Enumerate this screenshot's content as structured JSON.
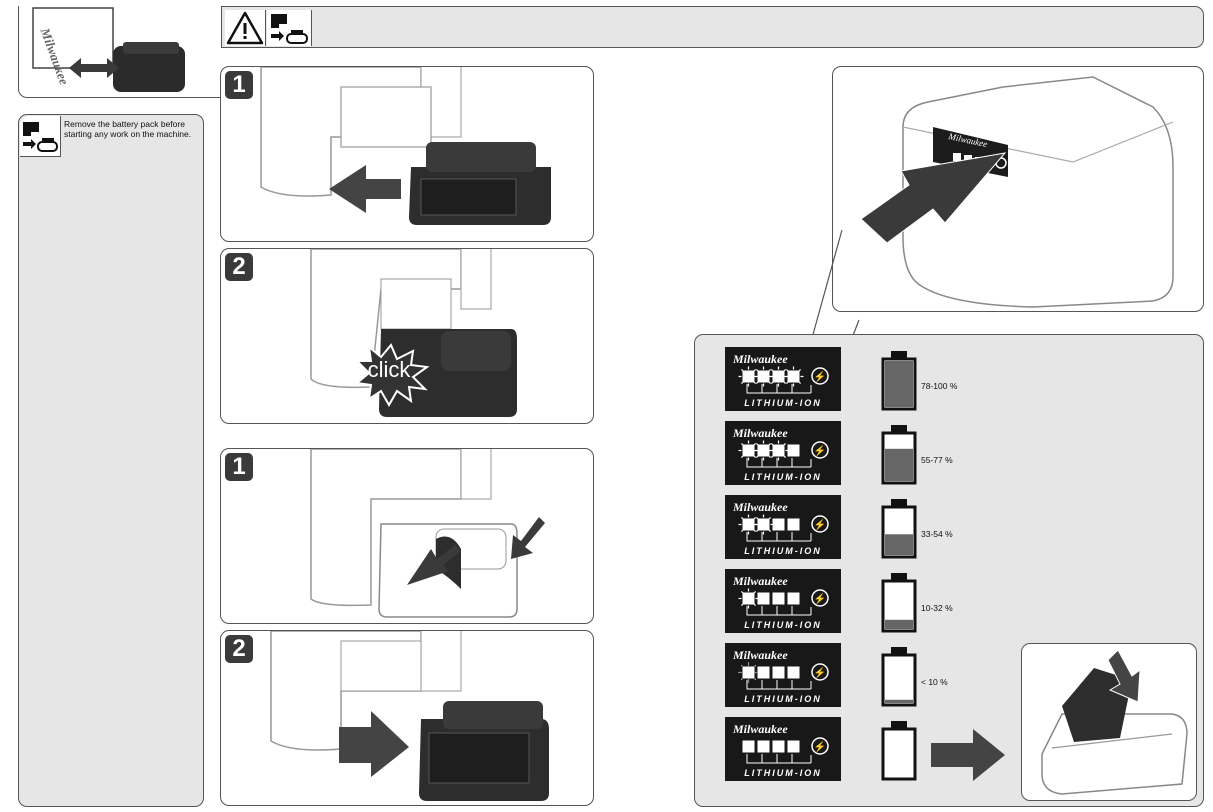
{
  "header": {
    "warning_icon": "warning-triangle-icon",
    "remove_battery_icon": "remove-battery-icon"
  },
  "sidebar": {
    "note": "Remove the battery pack before starting any work on the machine."
  },
  "steps": [
    {
      "number": "1",
      "action": "insert"
    },
    {
      "number": "2",
      "action": "click",
      "click_label": "click"
    },
    {
      "number": "1",
      "action": "press-release"
    },
    {
      "number": "2",
      "action": "remove"
    }
  ],
  "fuel_gauge": {
    "brand": "Milwaukee",
    "battery_type": "LITHIUM-ION",
    "levels": [
      {
        "label": "78-100 %",
        "lit": 4,
        "fill": 1.0
      },
      {
        "label": "55-77 %",
        "lit": 3,
        "fill": 0.7
      },
      {
        "label": "33-54 %",
        "lit": 2,
        "fill": 0.45
      },
      {
        "label": "10-32 %",
        "lit": 1,
        "fill": 0.2
      },
      {
        "label": "< 10 %",
        "lit": 1,
        "fill": 0.07,
        "blinking": true
      },
      {
        "label": "",
        "lit": 0,
        "fill": 0
      }
    ]
  }
}
